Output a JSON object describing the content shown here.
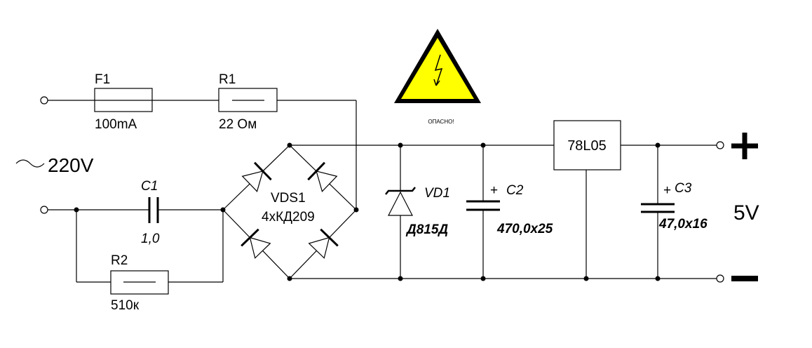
{
  "schematic": {
    "input": {
      "symbol": "~",
      "voltage": "220V"
    },
    "fuse": {
      "ref": "F1",
      "value": "100mA"
    },
    "r1": {
      "ref": "R1",
      "value": "22 Ом"
    },
    "c1": {
      "ref": "C1",
      "value": "1,0"
    },
    "r2": {
      "ref": "R2",
      "value": "510к"
    },
    "bridge": {
      "ref": "VDS1",
      "value": "4хКД209"
    },
    "zener": {
      "ref": "VD1",
      "value": "Д815Д"
    },
    "c2": {
      "ref": "C2",
      "value": "470,0х25",
      "polarity": "+"
    },
    "regulator": {
      "ref": "78L05"
    },
    "c3": {
      "ref": "C3",
      "value": "47,0х16",
      "polarity": "+"
    },
    "output": {
      "plus": "+",
      "minus": "−",
      "voltage": "5V"
    },
    "warning": {
      "label": "ОПАСНО!",
      "sign_color": "#ffff00",
      "icon": "high-voltage-icon"
    }
  }
}
